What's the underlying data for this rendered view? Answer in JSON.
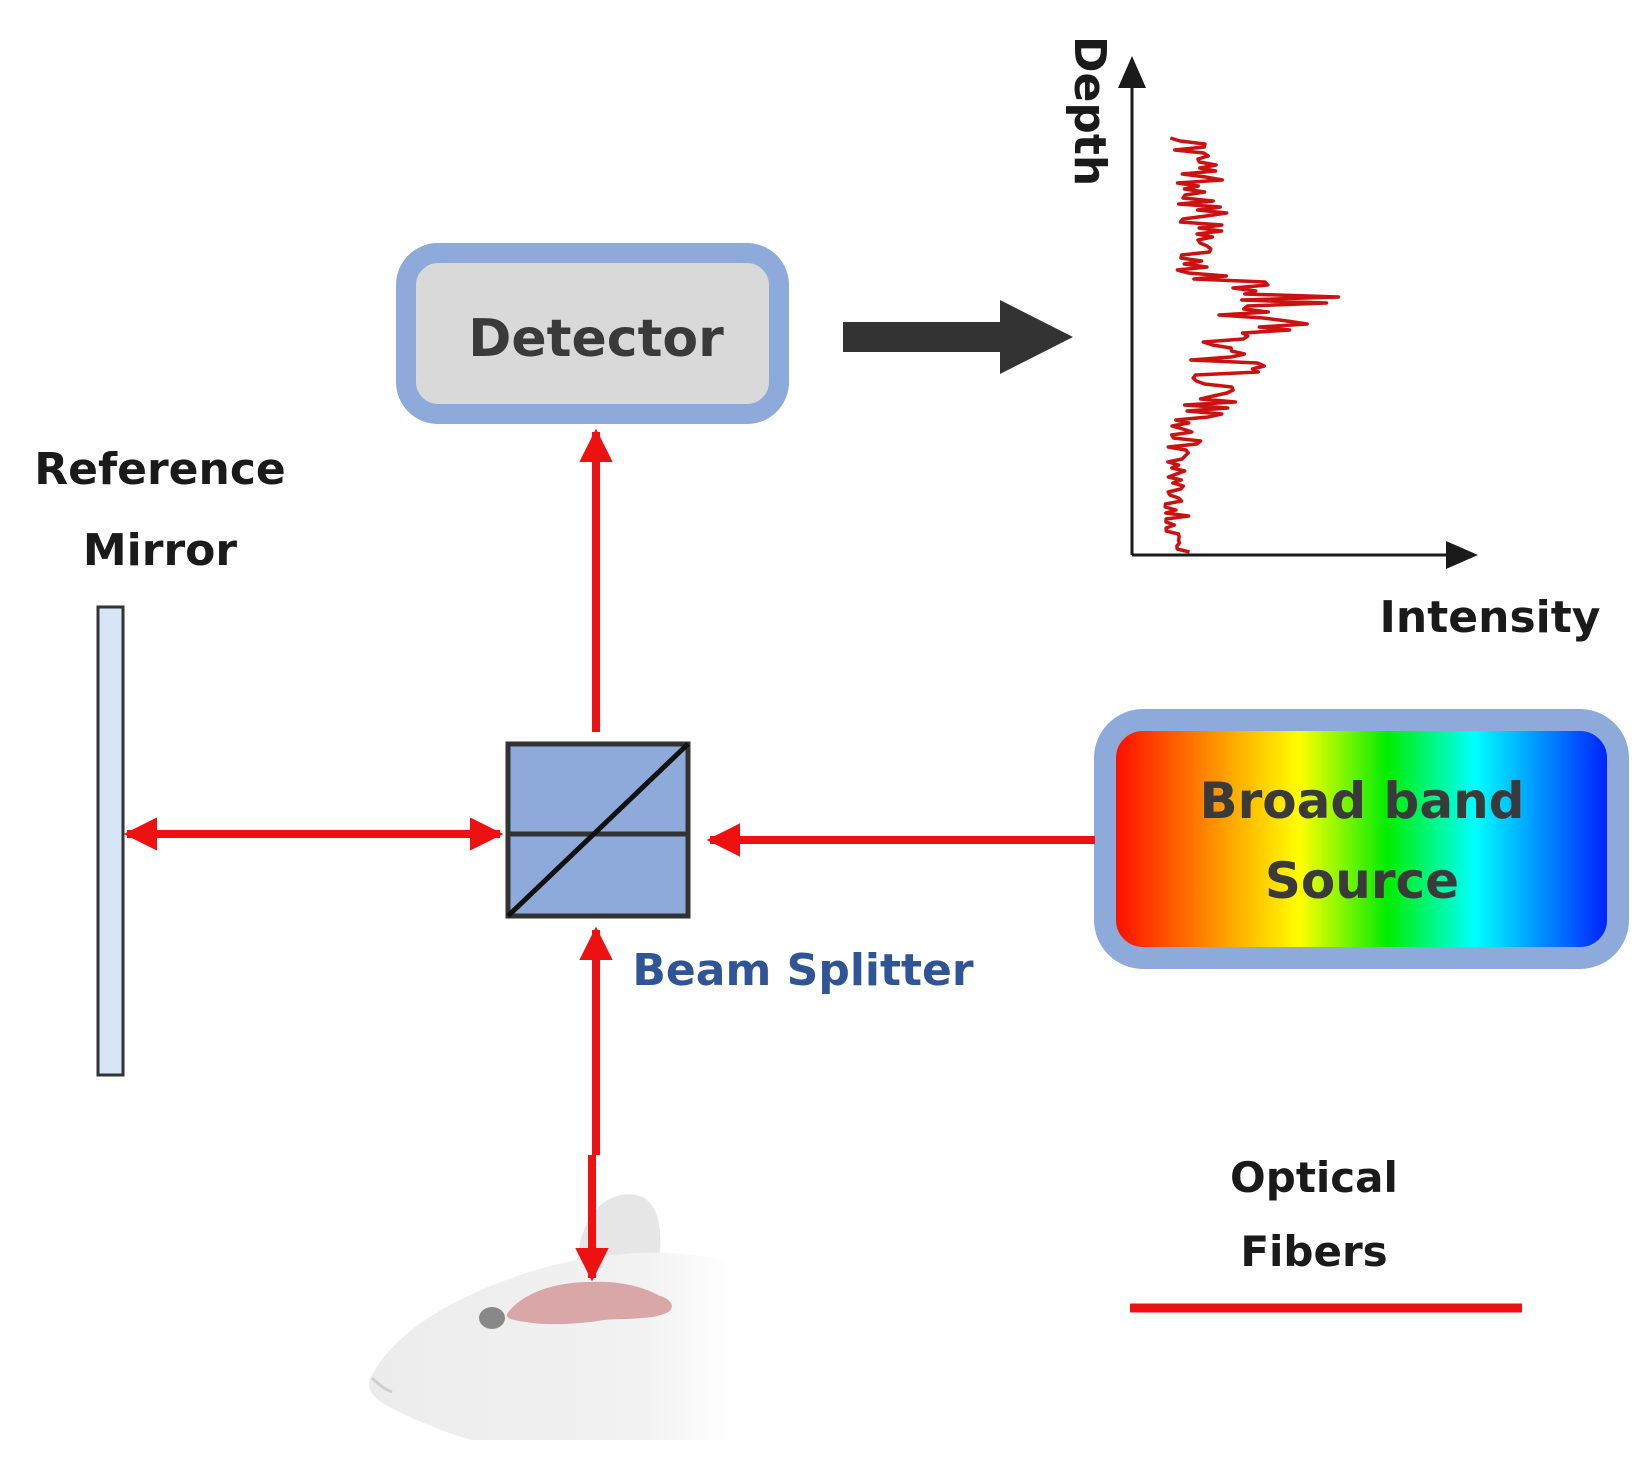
{
  "labels": {
    "detector": "Detector",
    "reference_mirror_line1": "Reference",
    "reference_mirror_line2": "Mirror",
    "beam_splitter": "Beam Splitter",
    "source_line1": "Broad band",
    "source_line2": "Source",
    "plot_y_axis": "Depth",
    "plot_x_axis": "Intensity",
    "legend_line1": "Optical",
    "legend_line2": "Fibers"
  },
  "colors": {
    "fiber": "#ee1111",
    "box_border": "#8eaadb",
    "detector_fill": "#d9d9d9",
    "splitter_fill": "#8eaadb",
    "splitter_stroke": "#333333",
    "mirror_fill": "#d6e6f7",
    "signal": "#cc1111",
    "arrow_dark": "#333333",
    "splitter_label": "#2f5597",
    "text_dark": "#3a3a3a"
  },
  "icons": {
    "sample": "mouse-head-icon"
  }
}
